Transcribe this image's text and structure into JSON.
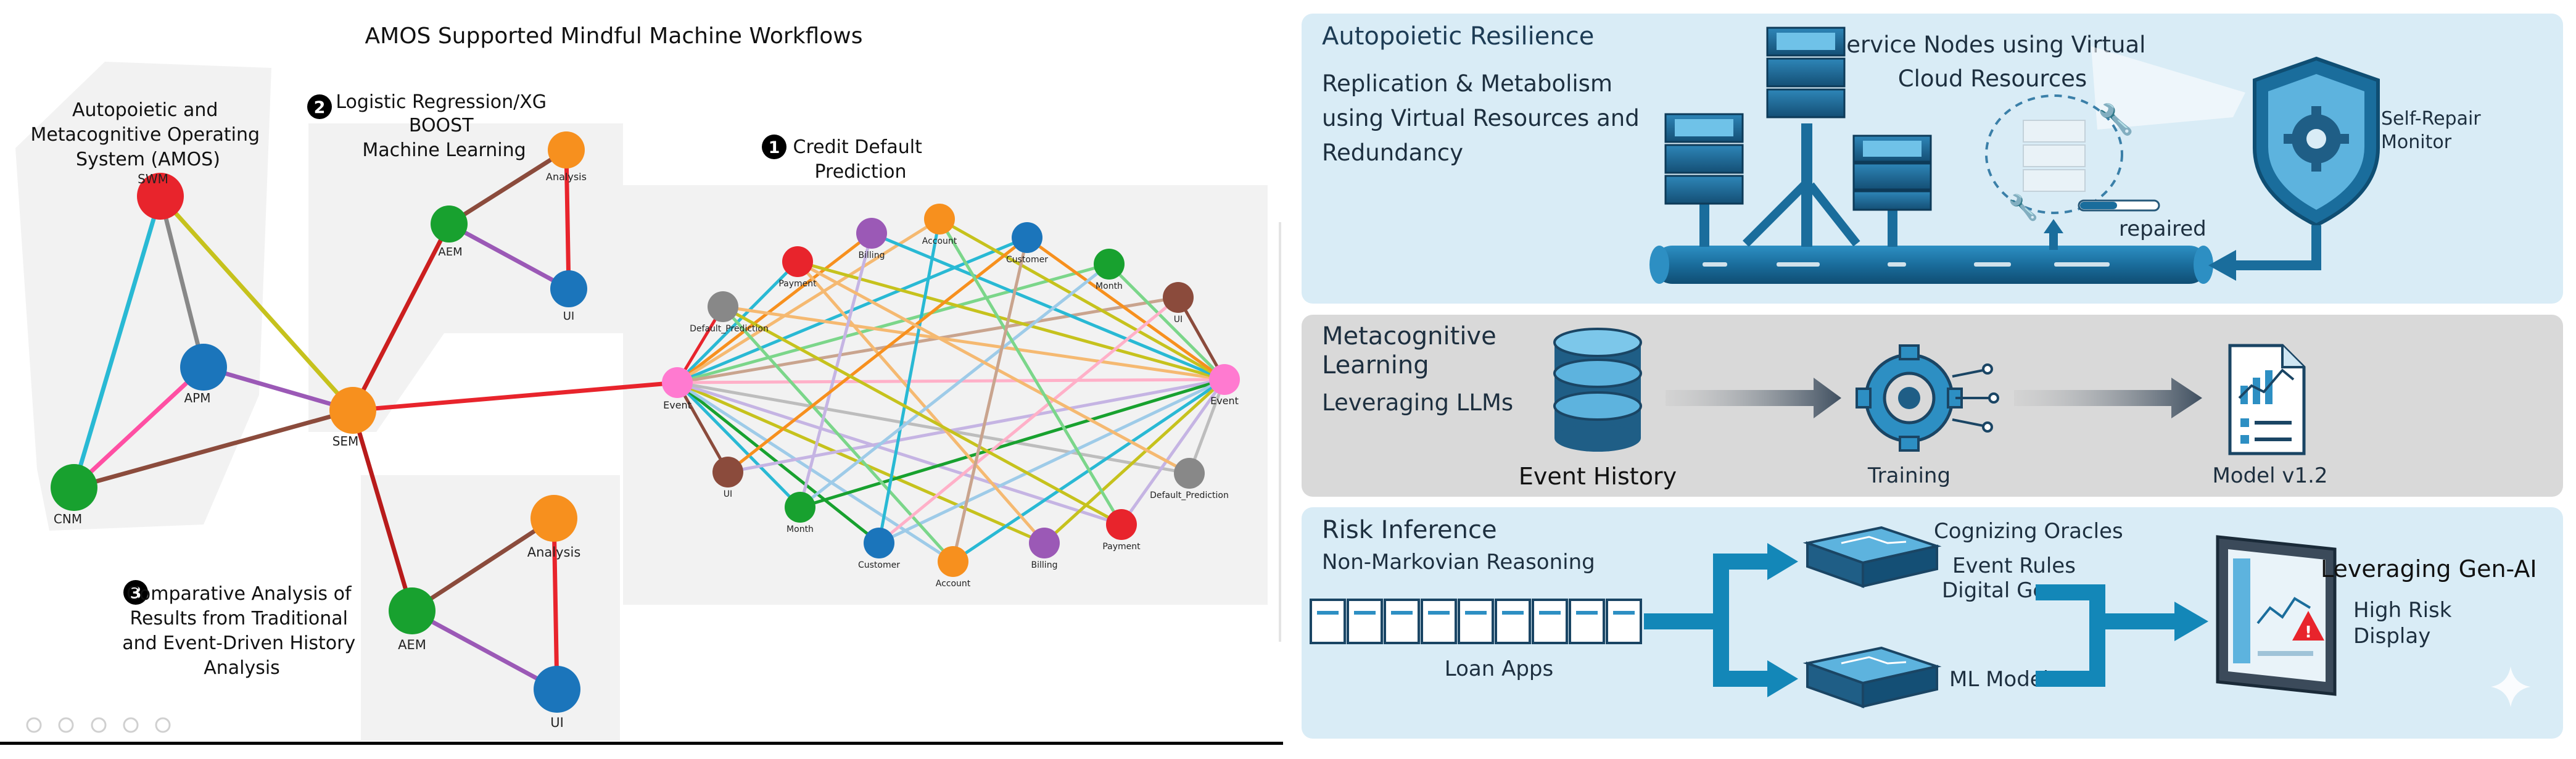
{
  "left": {
    "title": "AMOS Supported Mindful Machine Workflows",
    "amos_label": [
      "Autopoietic and",
      "Metacognitive Operating",
      "System (AMOS)"
    ],
    "sec2": {
      "badge": "2",
      "lines": [
        "Logistic Regression/XG",
        "BOOST",
        "Machine Learning"
      ]
    },
    "sec1": {
      "badge": "1",
      "lines": [
        "Credit Default",
        "Prediction"
      ]
    },
    "sec3": {
      "badge": "3",
      "lines": [
        "Comparative Analysis of",
        "Results from Traditional",
        "and Event-Driven History",
        "Analysis"
      ]
    },
    "nodes": {
      "swm": "SWM",
      "apm": "APM",
      "cnm": "CNM",
      "sem": "SEM",
      "aem_top": "AEM",
      "analysis_top": "Analysis",
      "ui_top": "UI",
      "aem_bot": "AEM",
      "analysis_bot": "Analysis",
      "ui_bot": "UI"
    },
    "ring_nodes": {
      "event_left": "Event",
      "event_right": "Event",
      "default_prediction_top": "Default_Prediction",
      "payment_top": "Payment",
      "billing_top": "Billing",
      "account_top": "Account",
      "customer_top": "Customer",
      "month_top": "Month",
      "ui_top": "UI",
      "ui_bottom": "UI",
      "month_bottom": "Month",
      "customer_bottom": "Customer",
      "account_bottom": "Account",
      "billing_bottom": "Billing",
      "payment_bottom": "Payment",
      "default_prediction_bottom": "Default_Prediction"
    }
  },
  "right": {
    "panel1": {
      "title": "Autopoietic Resilience",
      "subtitle": [
        "Replication & Metabolism",
        "using Virtual Resources and",
        "Redundancy"
      ],
      "service_label": [
        "Service Nodes using Virtual",
        "Cloud Resources"
      ],
      "monitor_label": [
        "Self-Repair",
        "Monitor"
      ],
      "repaired": "repaired"
    },
    "panel2": {
      "title": [
        "Metacognitive",
        "Learning"
      ],
      "subtitle": "Leveraging LLMs",
      "event_history": "Event History",
      "training": "Training",
      "model": "Model v1.2"
    },
    "panel3": {
      "title": "Risk Inference",
      "subtitle": "Non-Markovian Reasoning",
      "loan_apps": "Loan Apps",
      "oracles": "Cognizing Oracles",
      "event_rules": [
        "Event Rules",
        "Digital Genome"
      ],
      "ml_model": "ML Model",
      "gen_ai": "Leveraging Gen-AI",
      "high_risk": [
        "High Risk",
        "Display"
      ]
    }
  },
  "colors": {
    "red": "#e8242c",
    "blue": "#1b75bb",
    "green": "#18a12f",
    "orange": "#f7901e",
    "purple": "#9b59b6",
    "brown": "#8b4b3c",
    "grey": "#888888",
    "pink": "#ff4fa3",
    "olive": "#c6c21d",
    "cyan": "#29b9d4",
    "dark_red": "#b81b1b",
    "panel_blue": "#d9ecf6",
    "panel_grey": "#d9d9d9",
    "arrow_blue": "#1387b8",
    "dark_navy": "#3b4a5a"
  }
}
